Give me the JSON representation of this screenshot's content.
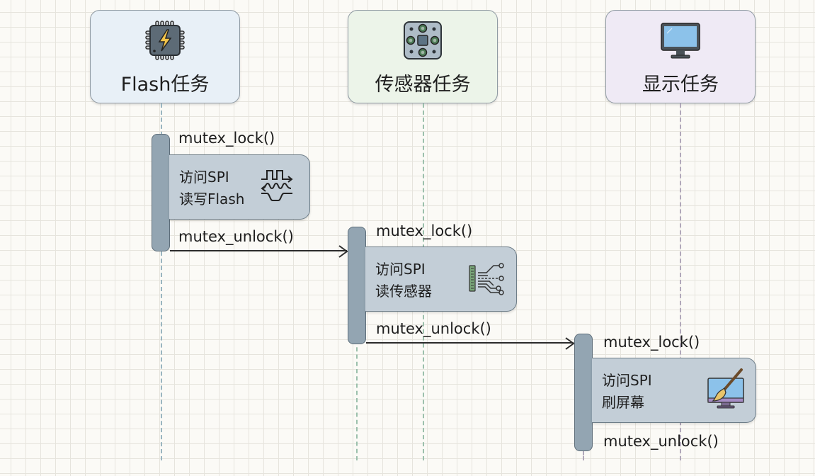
{
  "participants": [
    {
      "title": "Flash任务",
      "icon": "chip-lightning-icon",
      "fill": "#e8f0f7",
      "lifeline_color": "#9ab5c0"
    },
    {
      "title": "传感器任务",
      "icon": "sensor-board-icon",
      "fill": "#ecf4e9",
      "lifeline_color": "#9cc0ac"
    },
    {
      "title": "显示任务",
      "icon": "monitor-icon",
      "fill": "#efeaf5",
      "lifeline_color": "#b1a8ba"
    }
  ],
  "steps": [
    {
      "lock": "mutex_lock()",
      "note_lines": [
        "访问SPI",
        "读写Flash"
      ],
      "note_icon": "spi-waveform-icon",
      "unlock": "mutex_unlock()"
    },
    {
      "lock": "mutex_lock()",
      "note_lines": [
        "访问SPI",
        "读传感器"
      ],
      "note_icon": "circuit-connector-icon",
      "unlock": "mutex_unlock()"
    },
    {
      "lock": "mutex_lock()",
      "note_lines": [
        "访问SPI",
        "刷屏幕"
      ],
      "note_icon": "monitor-paintbrush-icon",
      "unlock": "mutex_unlock()"
    }
  ]
}
